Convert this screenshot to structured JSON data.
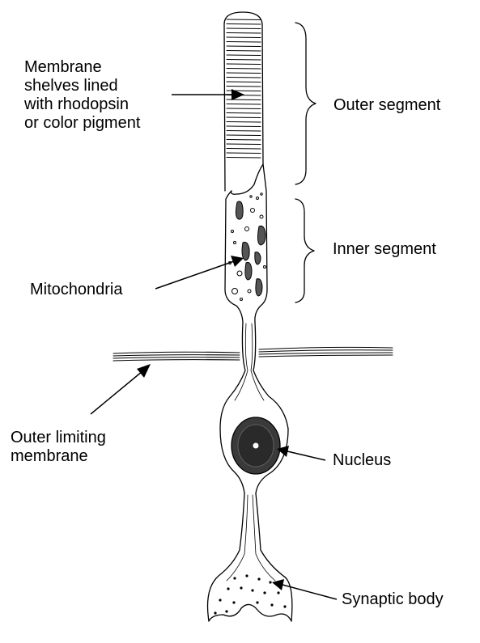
{
  "labels": {
    "membrane_shelves": [
      "Membrane",
      "shelves lined",
      "with rhodopsin",
      "or color pigment"
    ],
    "outer_segment": "Outer segment",
    "inner_segment": "Inner segment",
    "mitochondria": "Mitochondria",
    "outer_limiting_membrane": [
      "Outer limiting",
      "membrane"
    ],
    "nucleus": "Nucleus",
    "synaptic_body": "Synaptic body"
  },
  "colors": {
    "ink": "#000000",
    "nucleus_fill": "#3a3a3a",
    "background": "#ffffff"
  }
}
